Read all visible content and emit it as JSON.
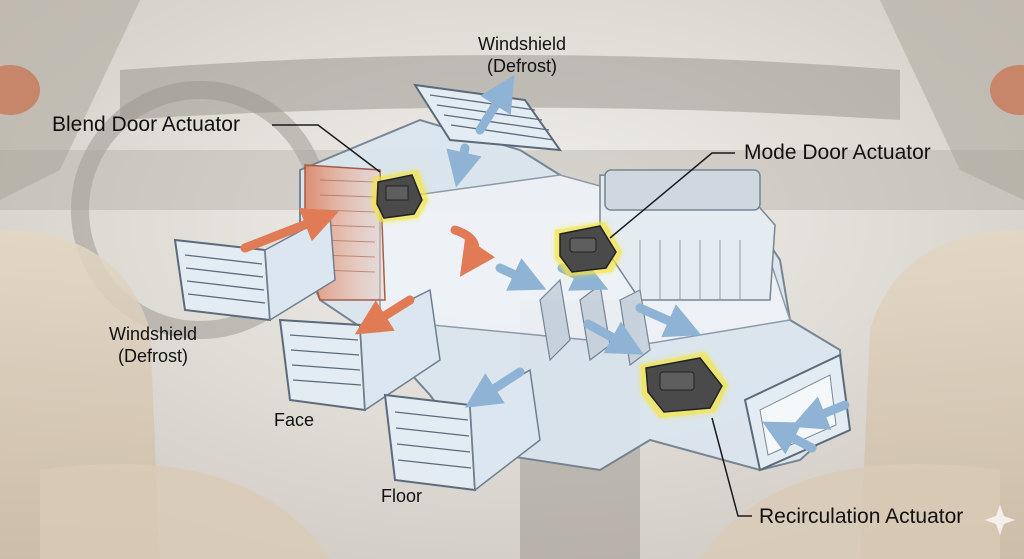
{
  "diagram": {
    "labels": {
      "blend_door_actuator": "Blend Door Actuator",
      "mode_door_actuator": "Mode Door Actuator",
      "recirculation_actuator": "Recirculation Actuator",
      "windshield_top": {
        "line1": "Windshield",
        "line2": "(Defrost)"
      },
      "windshield_left": {
        "line1": "Windshield",
        "line2": "(Defrost)"
      },
      "face": "Face",
      "floor": "Floor"
    },
    "colors": {
      "actuator_highlight": "#f5e63c",
      "airflow_cold": "#8fb3d4",
      "airflow_hot": "#e07b55",
      "housing": "#dbe6f0",
      "heater_core": "#e9a07f"
    }
  }
}
